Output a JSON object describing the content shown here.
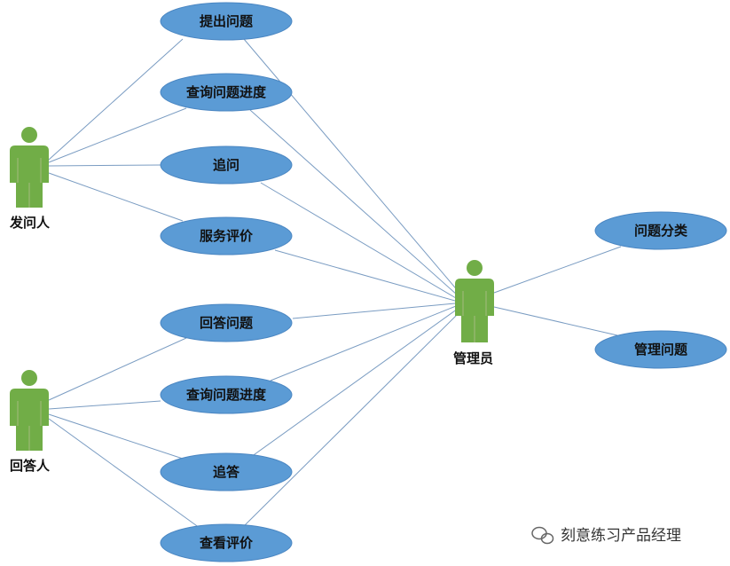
{
  "actors": {
    "asker": "发问人",
    "answerer": "回答人",
    "admin": "管理员"
  },
  "use_cases": {
    "ask_question": "提出问题",
    "query_progress_asker": "查询问题进度",
    "follow_up_question": "追问",
    "rate_service": "服务评价",
    "answer_question": "回答问题",
    "query_progress_answerer": "查询问题进度",
    "follow_up_answer": "追答",
    "view_rating": "查看评价",
    "categorize_question": "问题分类",
    "manage_question": "管理问题"
  },
  "watermark": {
    "text": "刻意练习产品经理",
    "icon": "wechat-icon"
  },
  "colors": {
    "use_case_fill": "#5b9bd5",
    "actor_fill": "#71ad47",
    "association_line": "#7a9cc2",
    "background": "#ffffff"
  }
}
